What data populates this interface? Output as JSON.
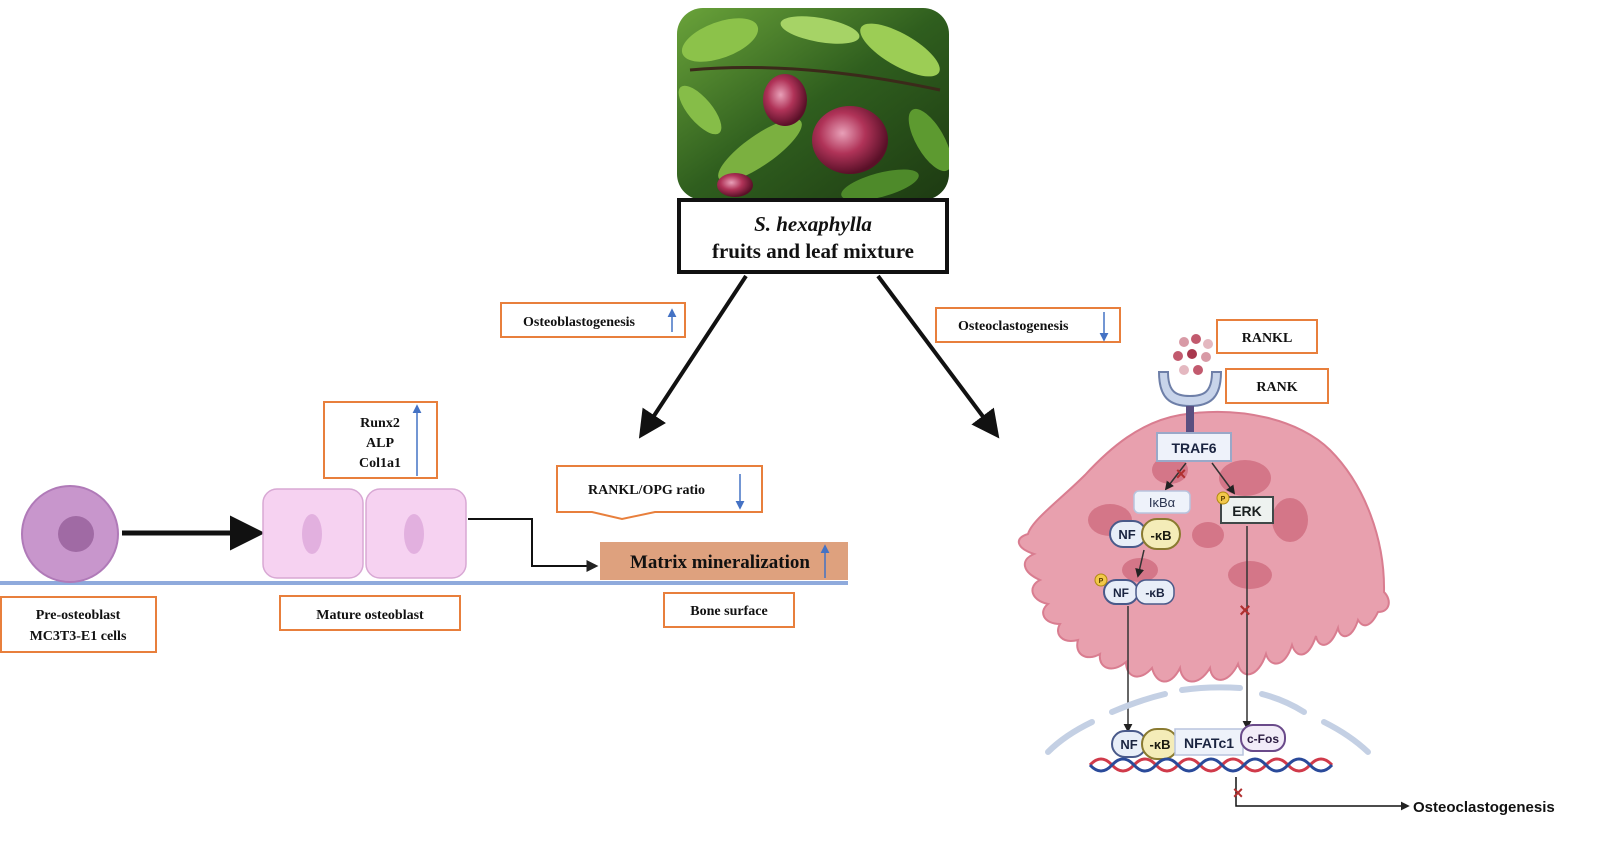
{
  "center": {
    "species": "S. hexaphylla",
    "mixture": "fruits and leaf mixture"
  },
  "labels": {
    "osteoblastogenesis": "Osteoblastogenesis",
    "osteoclastogenesis": "Osteoclastogenesis",
    "markers": [
      "Runx2",
      "ALP",
      "Col1a1"
    ],
    "rankl_opg": "RANKL/OPG ratio",
    "matrix": "Matrix mineralization",
    "bone_surface": "Bone surface",
    "pre_osteoblast": "Pre-osteoblast",
    "mc3t3": "MC3T3-E1 cells",
    "mature_osteoblast": "Mature osteoblast",
    "rankl": "RANKL",
    "rank": "RANK",
    "osteoclastogenesis_out": "Osteoclastogenesis"
  },
  "pathway": {
    "traf6": "TRAF6",
    "ikba": "IκBα",
    "nf": "NF",
    "kb": "-κB",
    "erk": "ERK",
    "nfatc1": "NFATc1",
    "cfos": "c-Fos",
    "p": "P"
  },
  "colors": {
    "box_border": "#e87f3c",
    "arrow_up": "#4472c4",
    "cell_membrane": "#d97d90",
    "cell_fill": "#e8a0ae",
    "matrix_fill": "#dea17e",
    "bone_line": "#8faadc",
    "osteoblast_fill": "#f6d2f1",
    "preosteoblast_fill": "#c896cc"
  }
}
